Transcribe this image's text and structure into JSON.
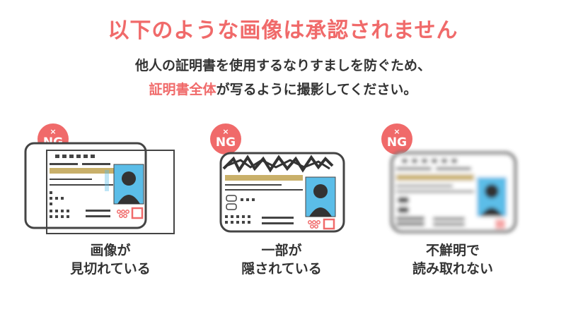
{
  "heading": "以下のような画像は承認されません",
  "description": {
    "line1": "他人の証明書を使用するなりすましを防ぐため、",
    "line2_highlight": "証明書全体",
    "line2_rest": "が写るように撮影してください。"
  },
  "examples": [
    {
      "badge_mark": "×",
      "badge_text": "NG",
      "caption_line1": "画像が",
      "caption_line2": "見切れている"
    },
    {
      "badge_mark": "×",
      "badge_text": "NG",
      "caption_line1": "一部が",
      "caption_line2": "隠されている"
    },
    {
      "badge_mark": "×",
      "badge_text": "NG",
      "caption_line1": "不鮮明で",
      "caption_line2": "読み取れない"
    }
  ],
  "colors": {
    "accent": "#f06a6a",
    "photo_bg": "#5bbde8",
    "gold_band": "#c9b06a",
    "text": "#333333"
  }
}
